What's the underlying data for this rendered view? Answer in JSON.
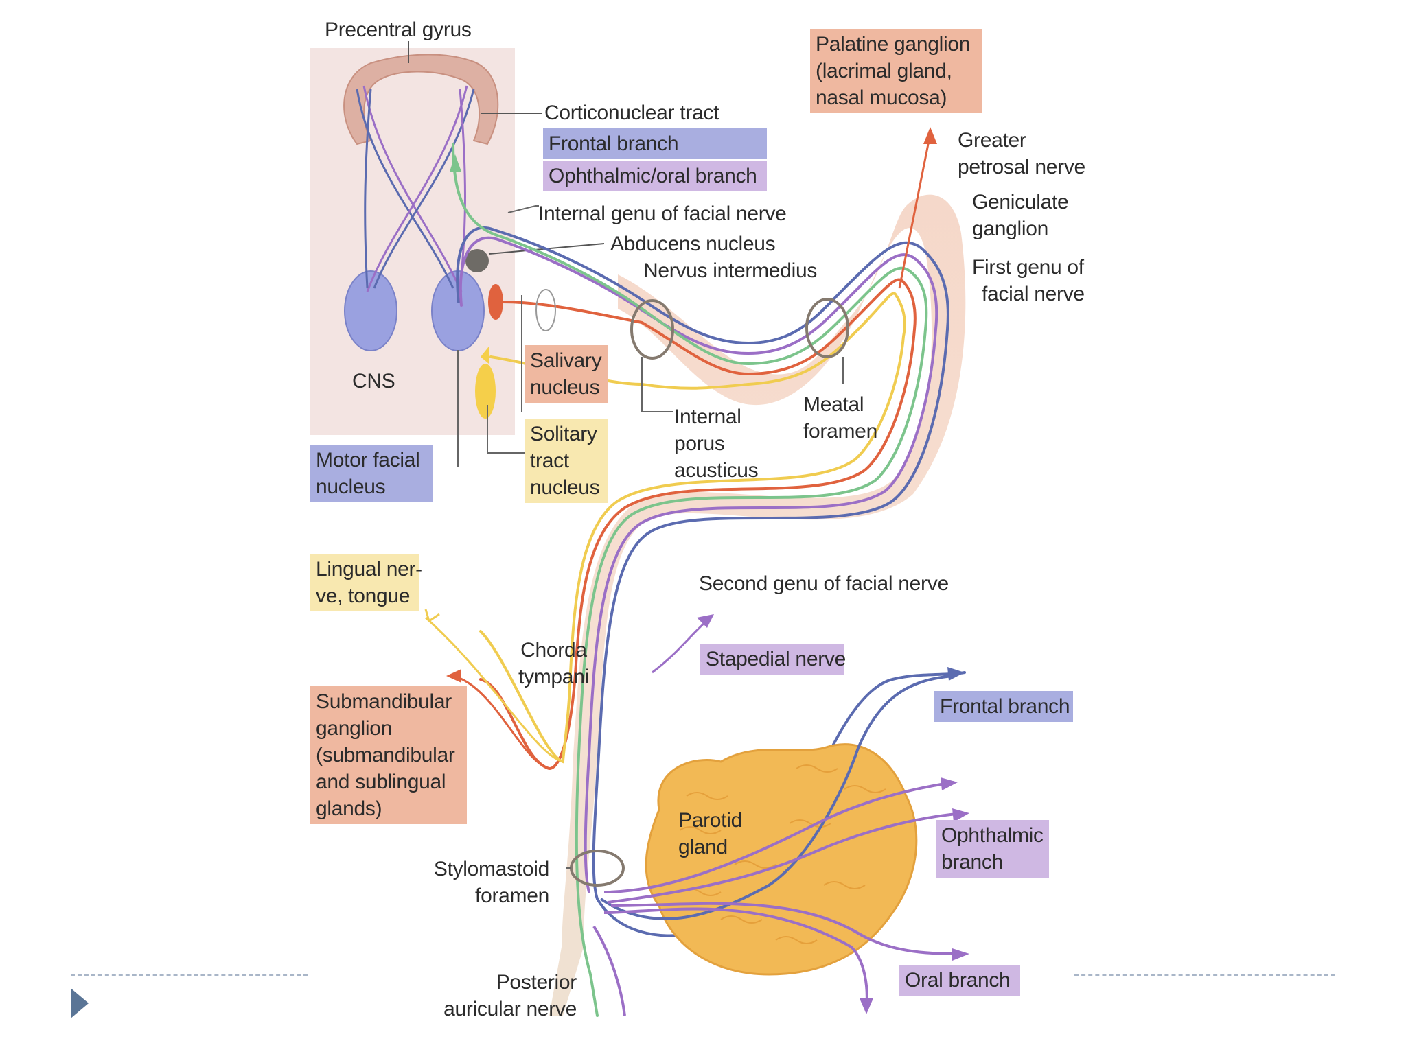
{
  "labels": {
    "precentral_gyrus": "Precentral gyrus",
    "corticonuclear_tract": "Corticonuclear tract",
    "frontal_branch_top": "Frontal branch",
    "ophthalmic_oral_branch": "Ophthalmic/oral branch",
    "palatine_ganglion": [
      "Palatine ganglion",
      "(lacrimal gland,",
      "nasal mucosa)"
    ],
    "greater_petrosal_nerve": [
      "Greater",
      "petrosal nerve"
    ],
    "geniculate_ganglion": [
      "Geniculate",
      "ganglion"
    ],
    "first_genu": [
      "First genu of",
      "facial nerve"
    ],
    "internal_genu": "Internal genu of facial nerve",
    "abducens_nucleus": "Abducens nucleus",
    "nervus_intermedius": "Nervus intermedius",
    "cns": "CNS",
    "salivary_nucleus": [
      "Salivary",
      "nucleus"
    ],
    "solitary_tract_nucleus": [
      "Solitary",
      "tract",
      "nucleus"
    ],
    "motor_facial_nucleus": [
      "Motor facial",
      "nucleus"
    ],
    "internal_porus": [
      "Internal",
      "porus",
      "acusticus"
    ],
    "meatal_foramen": [
      "Meatal",
      "foramen"
    ],
    "lingual_nerve": [
      "Lingual ner-",
      "ve, tongue"
    ],
    "second_genu": "Second genu of facial nerve",
    "chorda_tympani": [
      "Chorda",
      "tympani"
    ],
    "stapedial_nerve": "Stapedial nerve",
    "submandibular_ganglion": [
      "Submandibular",
      "ganglion",
      "(submandibular",
      "and sublingual",
      "glands)"
    ],
    "frontal_branch_bottom": "Frontal branch",
    "parotid_gland": [
      "Parotid",
      "gland"
    ],
    "ophthalmic_branch": [
      "Ophthalmic",
      "branch"
    ],
    "stylomastoid_foramen": [
      "Stylomastoid",
      "foramen"
    ],
    "oral_branch": "Oral branch",
    "posterior_auricular_nerve": [
      "Posterior",
      "auricular nerve"
    ]
  },
  "colors": {
    "motor_blue": "#5b6bb0",
    "motor_purple": "#9b6fc6",
    "parasympathetic_red": "#e0623e",
    "taste_yellow": "#f0cc50",
    "sensory_green": "#7cc48c",
    "gyrus": "#d9a89a",
    "cns_bg": "#f3e4e2",
    "nerve_sheath": "#e6c6c2",
    "parotid": "#f2b955"
  }
}
